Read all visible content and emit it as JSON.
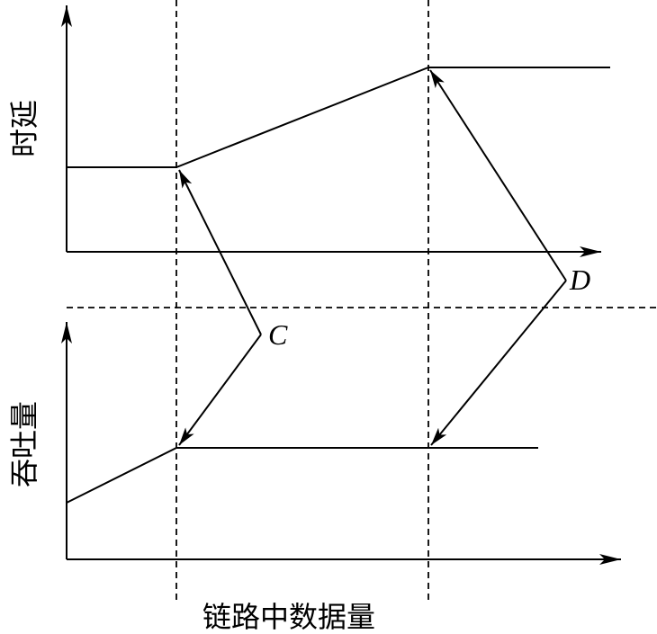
{
  "labels": {
    "top_axis": "时延",
    "bottom_axis": "吞吐量",
    "x_axis": "链路中数据量",
    "point_c": "C",
    "point_d": "D"
  },
  "colors": {
    "line": "#000000",
    "background": "#ffffff"
  }
}
